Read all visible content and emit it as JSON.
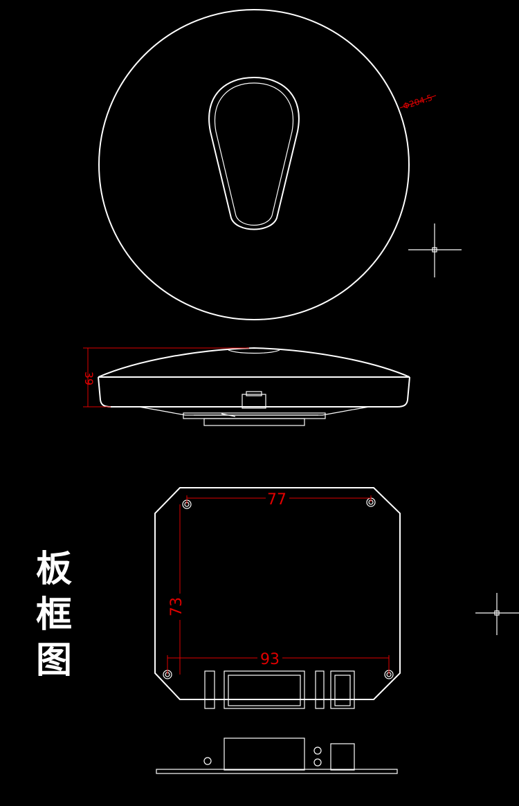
{
  "dimensions": {
    "diameter": "Φ204.5",
    "height": "39",
    "hole_spacing_top": "77",
    "hole_spacing_vertical": "73",
    "hole_spacing_bottom": "93"
  },
  "label": {
    "char1": "板",
    "char2": "框",
    "char3": "图"
  },
  "colors": {
    "line": "#ffffff",
    "dimension": "#e00000",
    "background": "#000000"
  }
}
